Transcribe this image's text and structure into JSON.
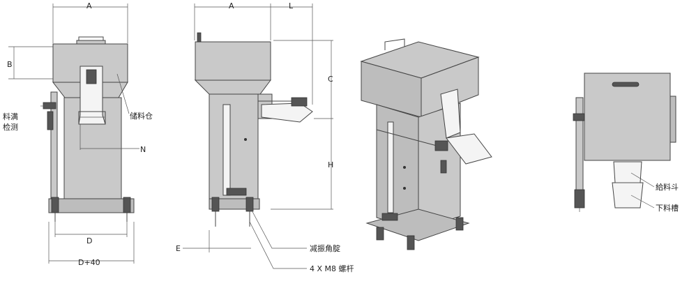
{
  "dimensions": {
    "a_front": "A",
    "b": "B",
    "n": "N",
    "d": "D",
    "d_plus": "D+40",
    "a_side": "A",
    "l": "L",
    "c": "C",
    "h": "H",
    "e": "E"
  },
  "labels": {
    "hopper": "储料仓",
    "level_sensor_line1": "料满",
    "level_sensor_line2": "检测",
    "damper": "减振角腚",
    "bolts": "4 X M8 螺杆",
    "feed_funnel": "給料斗",
    "discharge_chute": "下料槽"
  }
}
